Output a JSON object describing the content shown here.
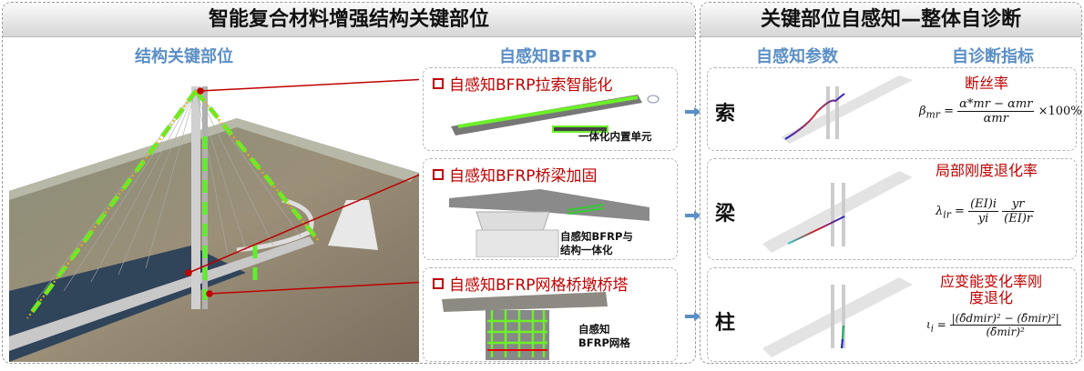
{
  "left_panel": {
    "title": "智能复合材料增强结构关键部位",
    "sub_structure": "结构关键部位",
    "sub_bfrp": "自感知BFRP",
    "cards": [
      {
        "title": "自感知BFRP拉索智能化",
        "note": "一体化内置单元"
      },
      {
        "title": "自感知BFRP桥梁加固",
        "note_line1": "自感知BFRP与",
        "note_line2": "结构一体化"
      },
      {
        "title": "自感知BFRP网格桥墩桥塔",
        "note_line1": "自感知",
        "note_line2": "BFRP网格"
      }
    ]
  },
  "right_panel": {
    "title": "关键部位自感知—整体自诊断",
    "sub_params": "自感知参数",
    "sub_indicators": "自诊断指标",
    "rows": [
      {
        "label": "索",
        "indicator": "断丝率",
        "formula": {
          "lhs": "β",
          "lhs_sub": "mr",
          "num": "α*mr − αmr",
          "den": "αmr",
          "suffix": "×100%"
        }
      },
      {
        "label": "梁",
        "indicator": "局部刚度退化率",
        "formula": {
          "lhs": "λ",
          "lhs_sub": "ir",
          "num1": "(EI)i",
          "den1": "yi",
          "num2": "yr",
          "den2": "(EI)r"
        }
      },
      {
        "label": "柱",
        "indicator_line1": "应变能变化率刚",
        "indicator_line2": "度退化",
        "formula": {
          "lhs": "ι",
          "lhs_sub": "i",
          "num": "|(δ̄dmir)² − (δ̄mir)²|",
          "den": "(δ̄mir)²"
        }
      }
    ]
  },
  "colors": {
    "red": "#c00000",
    "blue": "#5b8fc6",
    "green": "#5cf02a"
  }
}
